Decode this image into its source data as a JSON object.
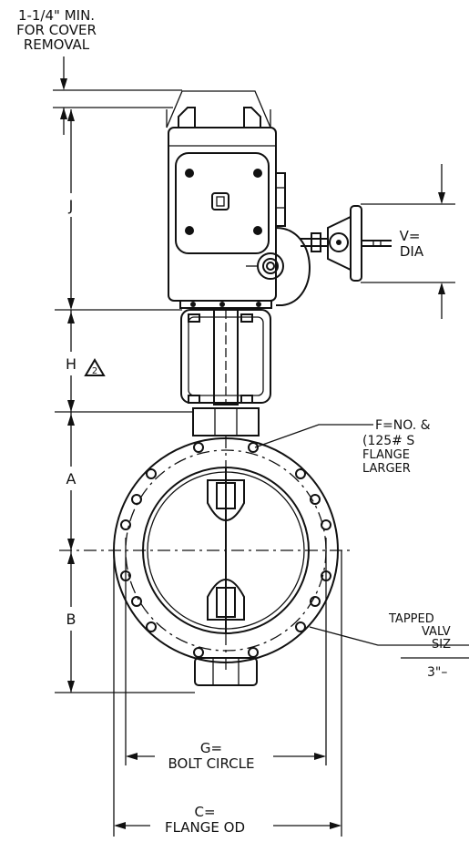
{
  "notes": {
    "cover_removal": [
      "1-1/4\" MIN.",
      "FOR COVER",
      "REMOVAL"
    ],
    "flange_holes": [
      "F=NO. &",
      "(125# S",
      "FLANGE",
      "LARGER"
    ],
    "tapped": [
      "TAPPED",
      "VALV",
      "SIZ",
      "3\"–"
    ]
  },
  "dims": {
    "J": "J",
    "H": "H",
    "A": "A",
    "B": "B",
    "V": [
      "V=",
      "DIA"
    ],
    "G": [
      "G=",
      "BOLT CIRCLE"
    ],
    "C": [
      "C=",
      "FLANGE OD"
    ],
    "revision_mark": "2"
  }
}
